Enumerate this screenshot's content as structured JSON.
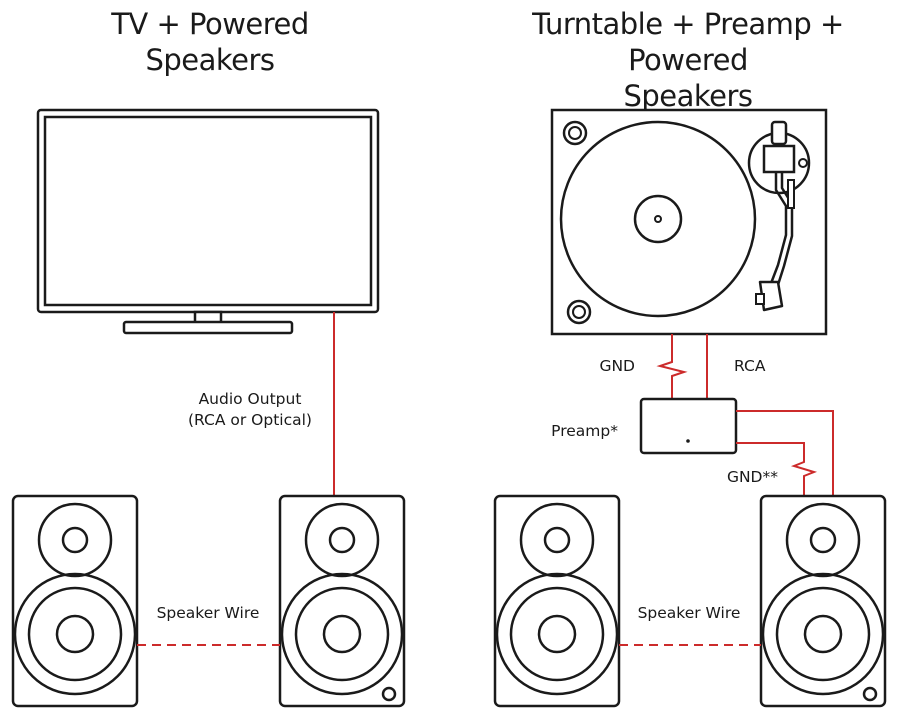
{
  "left_panel": {
    "title_line1": "TV + Powered",
    "title_line2": "Speakers",
    "audio_label_line1": "Audio Output",
    "audio_label_line2": "(RCA or Optical)",
    "speaker_wire_label": "Speaker Wire"
  },
  "right_panel": {
    "title_line1": "Turntable + Preamp + Powered",
    "title_line2": "Speakers",
    "gnd_label": "GND",
    "rca_label": "RCA",
    "preamp_label": "Preamp*",
    "gnd2_label": "GND**",
    "speaker_wire_label": "Speaker Wire"
  },
  "colors": {
    "line": "#1a1a1a",
    "cable": "#cc2b2b"
  },
  "icons": [
    "tv-icon",
    "turntable-icon",
    "preamp-icon",
    "speaker-icon"
  ]
}
